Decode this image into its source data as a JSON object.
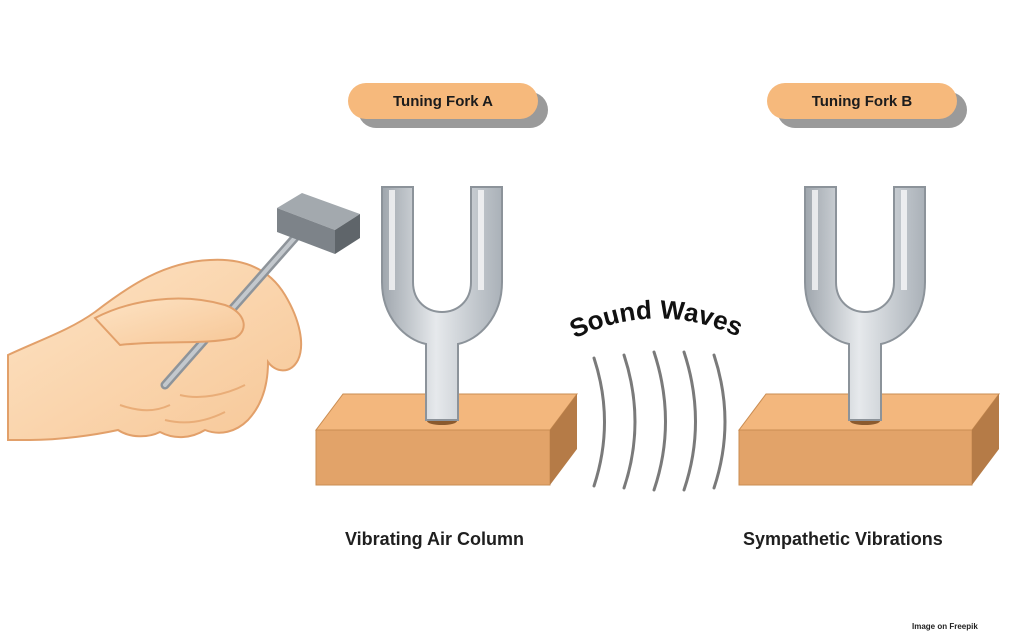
{
  "labels": {
    "fork_a": "Tuning Fork A",
    "fork_b": "Tuning Fork B",
    "sound_waves": "Sound Waves",
    "caption_left": "Vibrating Air Column",
    "caption_right": "Sympathetic Vibrations",
    "credit": "Image on Freepik"
  },
  "colors": {
    "label_fill": "#f6b97c",
    "block_top": "#f3b77d",
    "block_front": "#e2a369",
    "block_side": "#b57b47",
    "fork_metal": "#c9cdd2",
    "skin": "#fbd6ad",
    "wave": "#7a7a7a"
  },
  "icons": [
    "hammer-icon",
    "hand-icon",
    "tuning-fork-icon",
    "wooden-block-icon"
  ]
}
